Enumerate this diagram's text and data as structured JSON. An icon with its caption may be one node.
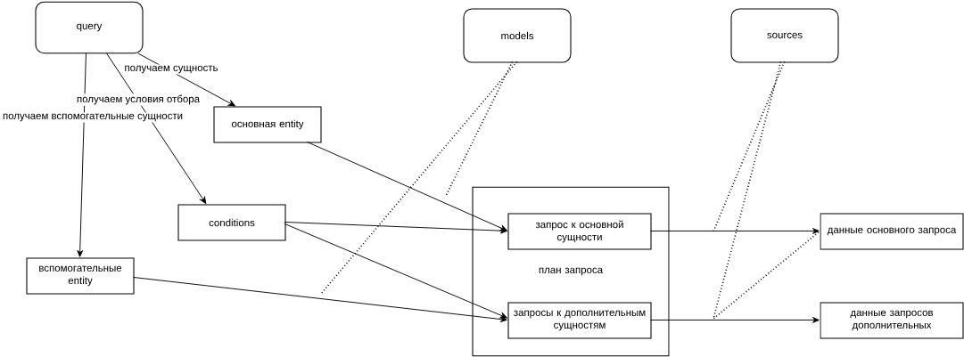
{
  "diagram": {
    "nodes": [
      {
        "text": [
          "query"
        ]
      },
      {
        "text": [
          "models"
        ]
      },
      {
        "text": [
          "sources"
        ]
      },
      {
        "text": [
          "основная entity"
        ]
      },
      {
        "text": [
          "conditions"
        ]
      },
      {
        "text": [
          "вспомогательные entity"
        ]
      },
      {
        "text": [
          "план запроса"
        ]
      },
      {
        "text": [
          "запрос к основной сущности"
        ],
        "in": 6
      },
      {
        "text": [
          "запросы к дополнительным сущностям"
        ],
        "in": 6
      },
      {
        "text": [
          "данные основного запроса"
        ]
      },
      {
        "text": [
          "данные запросов дополнительных"
        ]
      }
    ],
    "edges": [
      {
        "from": 0,
        "to": 3,
        "arrow": "to",
        "label": "получаем сущность"
      },
      {
        "from": 0,
        "to": 4,
        "arrow": "to",
        "label": "получаем условия отбора"
      },
      {
        "from": 0,
        "to": 5,
        "arrow": "to",
        "label": "получаем вспомогательные сущности"
      },
      {
        "from": 3,
        "to": 7,
        "arrow": "to"
      },
      {
        "from": 4,
        "to": 7,
        "arrow": "to"
      },
      {
        "from": 4,
        "to": 8,
        "arrow": "to"
      },
      {
        "from": 5,
        "to": 8,
        "arrow": "to"
      },
      {
        "from": 7,
        "to": 9,
        "arrow": "to"
      },
      {
        "from": 8,
        "to": 10,
        "arrow": "to"
      },
      {
        "from": 1,
        "to": null,
        "arrow": "none",
        "style": "dashed"
      },
      {
        "from": 1,
        "to": null,
        "arrow": "none",
        "style": "dashed"
      },
      {
        "from": 2,
        "to": null,
        "arrow": "none",
        "style": "dashed"
      },
      {
        "from": 2,
        "to": 9,
        "arrow": "none",
        "style": "dashed"
      }
    ]
  }
}
